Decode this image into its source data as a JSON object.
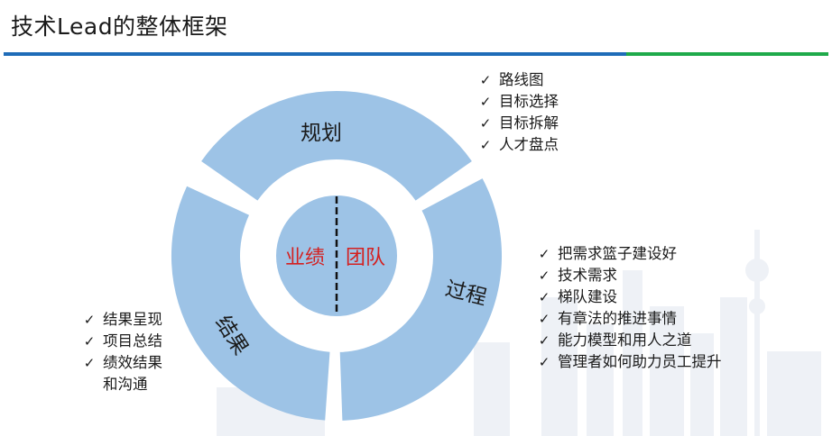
{
  "title": "技术Lead的整体框架",
  "center": {
    "left_label": "业绩",
    "right_label": "团队"
  },
  "segments": {
    "planning": "规划",
    "process": "过程",
    "results": "结果"
  },
  "bullet_mark": "✓",
  "lists": {
    "planning": [
      "路线图",
      "目标选择",
      "目标拆解",
      "人才盘点"
    ],
    "process": [
      "把需求篮子建设好",
      "技术需求",
      "梯队建设",
      "有章法的推进事情",
      "能力模型和用人之道",
      "管理者如何助力员工提升"
    ],
    "results": [
      "结果呈现",
      "项目总结",
      "绩效结果\n和沟通"
    ]
  },
  "colors": {
    "segment_fill": "#9dc3e6",
    "center_fill": "#9dc3e6",
    "center_text": "#d42020",
    "rule_blue": "#1f6cb8",
    "rule_green": "#1faa4a"
  }
}
